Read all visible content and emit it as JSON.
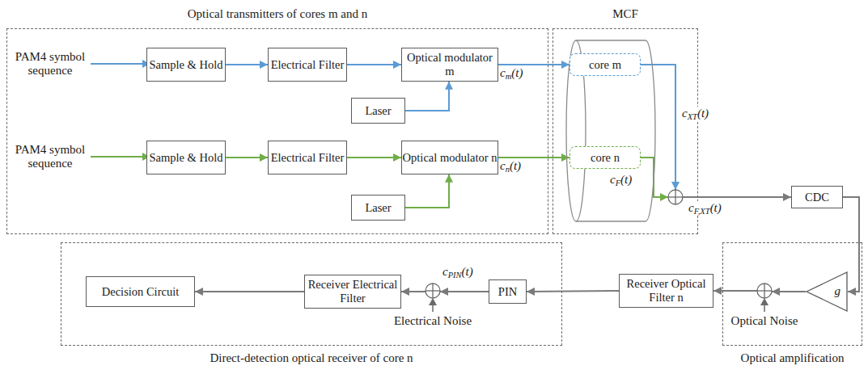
{
  "diagram": {
    "nodes": [
      {
        "text": [
          "Optical transmitters of cores m and n"
        ]
      },
      {
        "text": [
          "Sample & Hold"
        ],
        "in": 0
      },
      {
        "text": [
          "Electrical Filter"
        ],
        "in": 0
      },
      {
        "text": [
          "Optical modulator m"
        ],
        "in": 0
      },
      {
        "text": [
          "Laser"
        ],
        "in": 0
      },
      {
        "text": [
          "Sample & Hold"
        ],
        "in": 0
      },
      {
        "text": [
          "Electrical Filter"
        ],
        "in": 0
      },
      {
        "text": [
          "Optical modulator n"
        ],
        "in": 0
      },
      {
        "text": [
          "Laser"
        ],
        "in": 0
      },
      {
        "text": [
          "MCF"
        ]
      },
      {
        "text": [
          "core m"
        ],
        "in": 9
      },
      {
        "text": [
          "core n"
        ],
        "in": 9
      },
      {
        "text": [
          "CDC"
        ]
      },
      {
        "text": [
          "Optical amplification"
        ]
      },
      {
        "text": [
          "g"
        ],
        "in": 13
      },
      {
        "text": [
          "Direct-detection optical receiver of core n"
        ]
      },
      {
        "text": [
          "Decision Circuit"
        ],
        "in": 15
      },
      {
        "text": [
          "Receiver Electrical Filter"
        ],
        "in": 15
      },
      {
        "text": [
          "PIN"
        ],
        "in": 15
      },
      {
        "text": [
          "Receiver Optical Filter n"
        ]
      }
    ],
    "edges": [
      {
        "from": 1,
        "to": 2,
        "arrow": "to"
      },
      {
        "from": 2,
        "to": 3,
        "arrow": "to"
      },
      {
        "from": 4,
        "to": 3,
        "arrow": "to"
      },
      {
        "from": 5,
        "to": 6,
        "arrow": "to"
      },
      {
        "from": 6,
        "to": 7,
        "arrow": "to"
      },
      {
        "from": 8,
        "to": 7,
        "arrow": "to"
      },
      {
        "from": 3,
        "to": 10,
        "label": "cm(t)",
        "arrow": "to"
      },
      {
        "from": 7,
        "to": 11,
        "label": "cn(t)",
        "arrow": "to"
      },
      {
        "from": 10,
        "to": 12,
        "label": "cXT(t)",
        "arrow": "to"
      },
      {
        "from": 11,
        "to": 12,
        "label": "cF(t)",
        "arrow": "to"
      },
      {
        "from": 12,
        "to": 14,
        "arrow": "to"
      },
      {
        "from": 14,
        "to": 19,
        "arrow": "to"
      },
      {
        "from": 19,
        "to": 18,
        "arrow": "to"
      },
      {
        "from": 18,
        "to": 17,
        "arrow": "to"
      },
      {
        "from": 17,
        "to": 16,
        "arrow": "to"
      }
    ],
    "labels": [
      "PAM4 symbol sequence",
      "PAM4 symbol sequence",
      "cF,XT(t)",
      "Optical Noise",
      "cPIN(t)",
      "Electrical Noise"
    ]
  }
}
